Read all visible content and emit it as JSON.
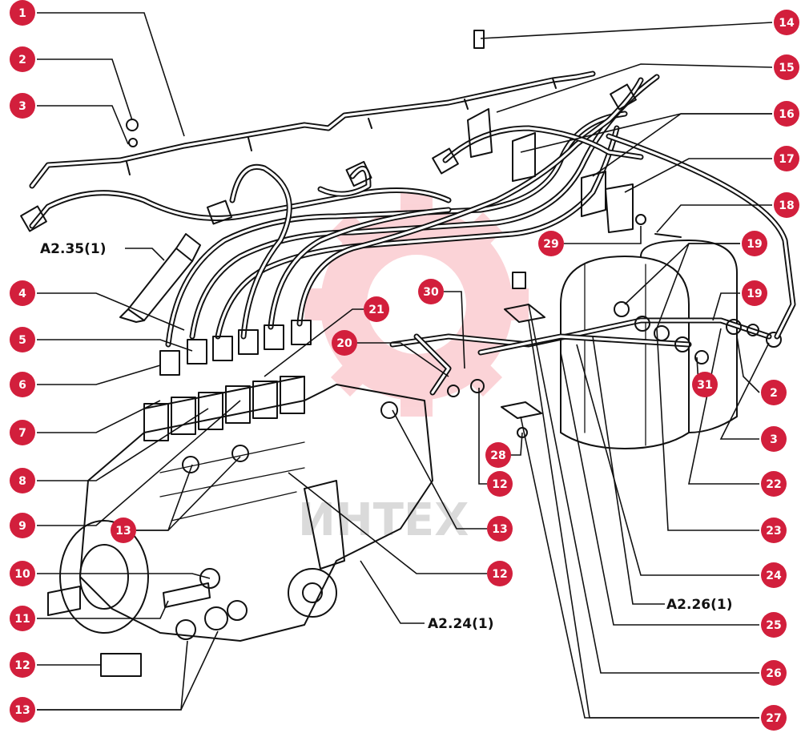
{
  "diagram": {
    "badge_color": "#d21f3c",
    "watermark_color": "#ef3a4d",
    "watermark_text": "ИНТЕХ",
    "callouts": [
      {
        "id": "c1",
        "label": "1"
      },
      {
        "id": "c2",
        "label": "2"
      },
      {
        "id": "c3",
        "label": "3"
      },
      {
        "id": "c4",
        "label": "4"
      },
      {
        "id": "c5",
        "label": "5"
      },
      {
        "id": "c6",
        "label": "6"
      },
      {
        "id": "c7",
        "label": "7"
      },
      {
        "id": "c8",
        "label": "8"
      },
      {
        "id": "c9",
        "label": "9"
      },
      {
        "id": "c10",
        "label": "10"
      },
      {
        "id": "c11",
        "label": "11"
      },
      {
        "id": "c12",
        "label": "12"
      },
      {
        "id": "c13",
        "label": "13"
      },
      {
        "id": "c14",
        "label": "14"
      },
      {
        "id": "c15",
        "label": "15"
      },
      {
        "id": "c16",
        "label": "16"
      },
      {
        "id": "c17",
        "label": "17"
      },
      {
        "id": "c18",
        "label": "18"
      },
      {
        "id": "c19",
        "label": "19"
      },
      {
        "id": "c29",
        "label": "29"
      },
      {
        "id": "c19b",
        "label": "19"
      },
      {
        "id": "c30",
        "label": "30"
      },
      {
        "id": "c21",
        "label": "21"
      },
      {
        "id": "c20",
        "label": "20"
      },
      {
        "id": "c31",
        "label": "31"
      },
      {
        "id": "c2b",
        "label": "2"
      },
      {
        "id": "c3b",
        "label": "3"
      },
      {
        "id": "c22",
        "label": "22"
      },
      {
        "id": "c28",
        "label": "28"
      },
      {
        "id": "c12b",
        "label": "12"
      },
      {
        "id": "c13b",
        "label": "13"
      },
      {
        "id": "c13c",
        "label": "13"
      },
      {
        "id": "c23",
        "label": "23"
      },
      {
        "id": "c12c",
        "label": "12"
      },
      {
        "id": "c24",
        "label": "24"
      },
      {
        "id": "c25",
        "label": "25"
      },
      {
        "id": "c26",
        "label": "26"
      },
      {
        "id": "c27",
        "label": "27"
      },
      {
        "id": "c12d",
        "label": "12"
      },
      {
        "id": "c13d",
        "label": "13"
      }
    ],
    "references": [
      {
        "id": "r1",
        "label": "A2.35(1)"
      },
      {
        "id": "r2",
        "label": "A2.24(1)"
      },
      {
        "id": "r3",
        "label": "A2.26(1)"
      }
    ]
  }
}
